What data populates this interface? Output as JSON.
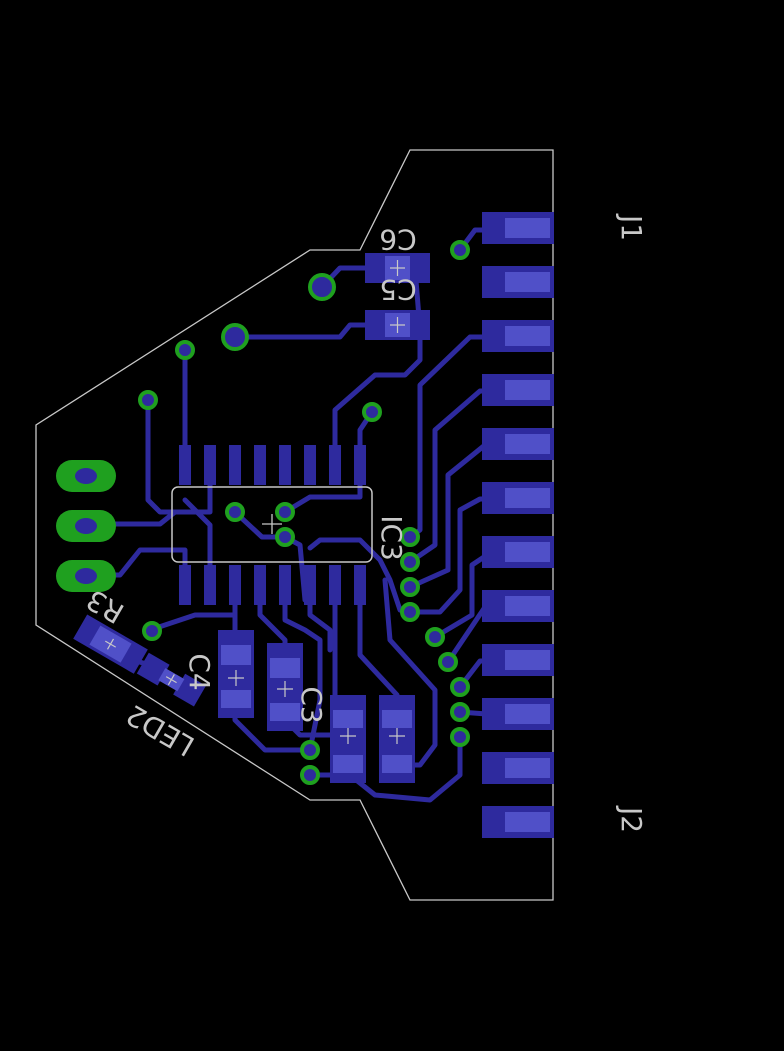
{
  "colors": {
    "background": "#000000",
    "trace": "#2e2a9e",
    "pad": "#2e2a9e",
    "pad_highlight": "#5050c8",
    "via": "#1fa01f",
    "outline": "#c8c8c8",
    "silkscreen": "#c8c8c8"
  },
  "labels": {
    "c6": "C6",
    "c5": "C5",
    "c3": "C3",
    "c4": "C4",
    "ic": "IC3",
    "r3": "R3",
    "led": "LED2",
    "j1": "J1",
    "j2": "J2"
  }
}
